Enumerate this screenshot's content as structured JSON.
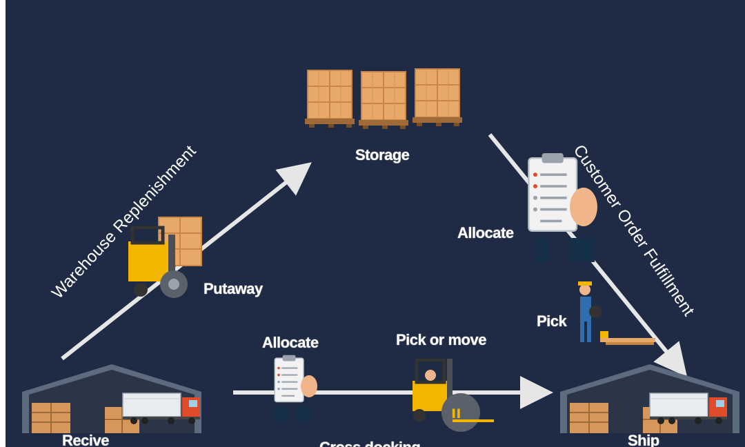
{
  "diagram": {
    "labels": {
      "storage": "Storage",
      "putaway": "Putaway",
      "allocate_top": "Allocate",
      "pick": "Pick",
      "allocate_bottom": "Allocate",
      "pick_or_move": "Pick or move",
      "receive": "Recive",
      "ship": "Ship",
      "cross_docking": "Cross docking",
      "warehouse_replenishment": "Warehouse Replenishment",
      "customer_order_fulfillment": "Customer Order Fulfillment"
    },
    "colors": {
      "background": "#1f2a44",
      "arrow": "#e6e6e6",
      "box": "#e8a868",
      "box_dark": "#c98545",
      "forklift": "#f2b600",
      "truck_cab": "#e04b2a",
      "warehouse": "#5d6b7e"
    },
    "icons": [
      "pallet-boxes-icon",
      "forklift-icon",
      "clipboard-icon",
      "worker-icon",
      "pallet-jack-icon",
      "warehouse-icon",
      "truck-icon"
    ]
  }
}
